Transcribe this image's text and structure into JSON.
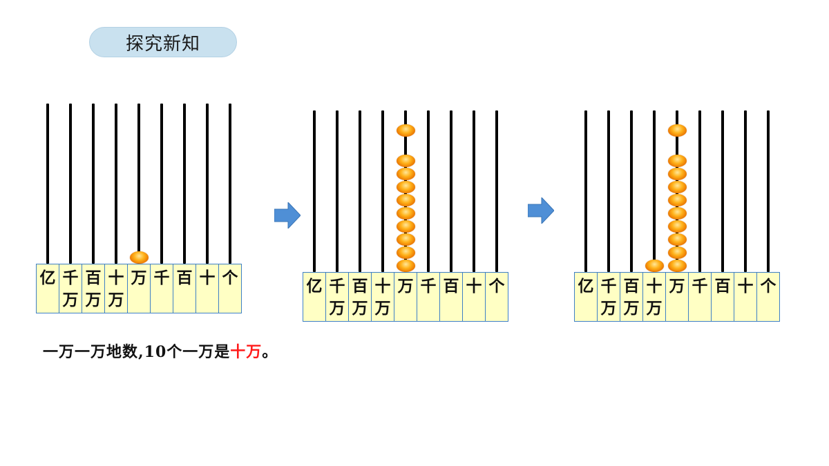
{
  "title": "探究新知",
  "place_values": [
    {
      "line1": "亿",
      "line2": ""
    },
    {
      "line1": "千",
      "line2": "万"
    },
    {
      "line1": "百",
      "line2": "万"
    },
    {
      "line1": "十",
      "line2": "万"
    },
    {
      "line1": "万",
      "line2": ""
    },
    {
      "line1": "千",
      "line2": ""
    },
    {
      "line1": "百",
      "line2": ""
    },
    {
      "line1": "十",
      "line2": ""
    },
    {
      "line1": "个",
      "line2": ""
    }
  ],
  "abacus_beads": [
    {
      "rod_index": 4,
      "count": 1
    },
    {
      "rod_index": 4,
      "count": 10
    },
    {
      "rod_index": 3,
      "count": 1
    }
  ],
  "caption": {
    "part1": "一万一万地数,10个一万是",
    "highlight": "十万",
    "part2": "。"
  },
  "colors": {
    "highlight": "#ff1a1a",
    "cell_fill": "#ffffc4",
    "cell_border": "#3d7fc6",
    "arrow": "#4f8fd6",
    "pill": "#c9e1ef"
  }
}
